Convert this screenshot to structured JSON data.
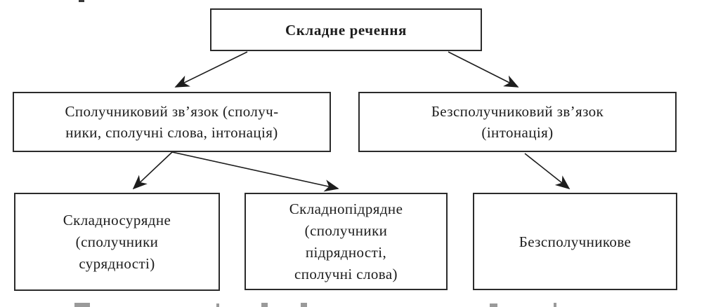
{
  "diagram": {
    "type": "flowchart",
    "language": "uk",
    "topic": "Types of complex sentences in Ukrainian grammar",
    "nodes": {
      "root": {
        "id": "skladne-rechennia",
        "label": "Складне речення",
        "lines": [
          "Складне речення"
        ],
        "bold": true
      },
      "conj": {
        "id": "spoluchnykovyi-zviazok",
        "label": "Сполучниковий зв’язок (сполучники, сполучні слова, інтонація)",
        "lines": [
          "Сполучниковий зв’язок (сполуч-",
          "ники, сполучні слова, інтонація)"
        ]
      },
      "nonconj": {
        "id": "bezspoluchnykovyi-zviazok",
        "label": "Безсполучниковий зв’язок (інтонація)",
        "lines": [
          "Безсполучниковий зв’язок",
          "(інтонація)"
        ]
      },
      "compound": {
        "id": "skladnosuriadne",
        "label": "Складносурядне (сполучники сурядності)",
        "lines": [
          "Складносурядне",
          "(сполучники",
          "сурядності)"
        ]
      },
      "complexsub": {
        "id": "skladnopidriadne",
        "label": "Складнопідрядне (сполучники підрядності, сполучні слова)",
        "lines": [
          "Складнопідрядне",
          "(сполучники",
          "підрядності,",
          "сполучні слова)"
        ]
      },
      "asyndetic": {
        "id": "bezspoluchnykove",
        "label": "Безсполучникове",
        "lines": [
          "Безсполучникове"
        ]
      }
    },
    "edges": [
      {
        "from": "skladne-rechennia",
        "to": "spoluchnykovyi-zviazok"
      },
      {
        "from": "skladne-rechennia",
        "to": "bezspoluchnykovyi-zviazok"
      },
      {
        "from": "spoluchnykovyi-zviazok",
        "to": "skladnosuriadne"
      },
      {
        "from": "spoluchnykovyi-zviazok",
        "to": "skladnopidriadne"
      },
      {
        "from": "bezspoluchnykovyi-zviazok",
        "to": "bezspoluchnykove"
      }
    ],
    "colors": {
      "background": "#ffffff",
      "box_border": "#2b2b2b",
      "text": "#1d1d1d",
      "arrow": "#1d1d1d"
    }
  }
}
